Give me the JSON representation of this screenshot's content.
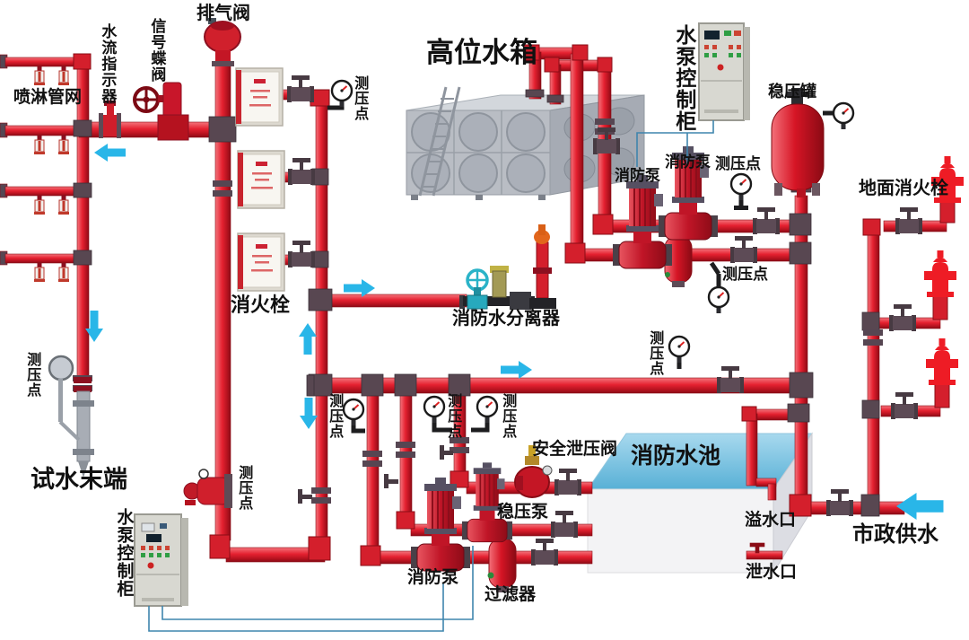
{
  "diagram": {
    "kind": "fire-protection-water-supply-system-schematic",
    "background": "#ffffff"
  },
  "labels": {
    "exhaust_valve": "排气阀",
    "water_flow_indicator": "水流指示器",
    "signal_butterfly_valve": "信号蝶阀",
    "sprinkler_network": "喷淋管网",
    "high_level_tank": "高位水箱",
    "pump_control_cabinet": "水泵控制柜",
    "pressure_tank": "稳压罐",
    "fire_pump": "消防泵",
    "pressure_point": "测压点",
    "ground_hydrant": "地面消火栓",
    "hydrant_cabinet": "消火栓",
    "fire_water_separator": "消防水分离器",
    "test_water_end": "试水末端",
    "safety_relief_valve": "安全泄压阀",
    "fire_water_pool": "消防水池",
    "jockey_pump": "稳压泵",
    "filter": "过滤器",
    "overflow_port": "溢水口",
    "drain_port": "泄水口",
    "municipal_supply": "市政供水"
  },
  "colors": {
    "pipe_red": "#e2202d",
    "pipe_dark": "#8a0c16",
    "fitting": "#584751",
    "flow_arrow": "#29b6e8",
    "control_wire": "#3f85ad",
    "hydrant_red": "#ee1c25",
    "pool_top_blue": "#6fc0e0",
    "steel_grey": "#b9bdc4",
    "label_text": "#111111"
  },
  "icons": [
    "pressure-gauge-icon",
    "flow-arrow-icon",
    "valve-icon",
    "pump-icon",
    "hydrant-icon",
    "sprinkler-icon",
    "control-cabinet-icon",
    "hydrant-cabinet-icon",
    "water-tank-icon",
    "pool-icon",
    "filter-icon",
    "relief-valve-icon",
    "exhaust-valve-icon"
  ],
  "flow_arrows": [
    {
      "direction": "left",
      "at": "sprinkler-main"
    },
    {
      "direction": "down",
      "at": "sprinkler-riser"
    },
    {
      "direction": "right",
      "at": "hydrant-branch"
    },
    {
      "direction": "up",
      "at": "riser-c-upper"
    },
    {
      "direction": "down",
      "at": "riser-c-lower"
    },
    {
      "direction": "right",
      "at": "main-header"
    },
    {
      "direction": "left",
      "at": "municipal-supply"
    }
  ]
}
